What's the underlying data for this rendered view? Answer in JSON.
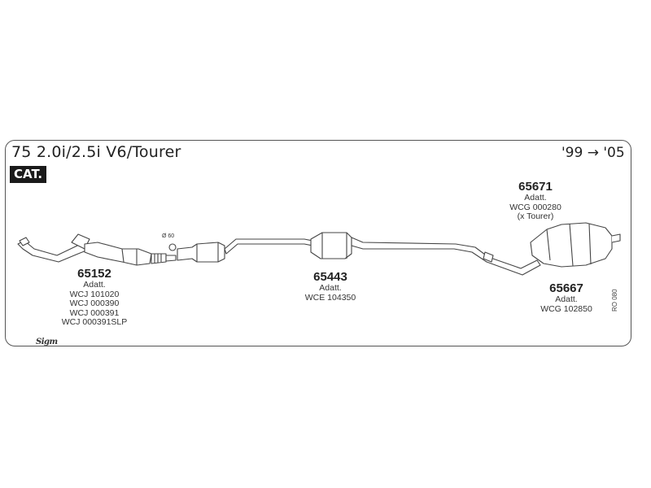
{
  "header": {
    "title": "75 2.0i/2.5i V6/Tourer",
    "years": "'99 → '05",
    "badge": "CAT."
  },
  "parts": [
    {
      "number": "65152",
      "lines": [
        "Adatt.",
        "WCJ 101020",
        "WCJ 000390",
        "WCJ 000391",
        "WCJ 000391SLP"
      ]
    },
    {
      "number": "65443",
      "lines": [
        "Adatt.",
        "WCE 104350"
      ]
    },
    {
      "number": "65671",
      "lines": [
        "Adatt.",
        "WCG 000280",
        "(x Tourer)"
      ]
    },
    {
      "number": "65667",
      "lines": [
        "Adatt.",
        "WCG 102850"
      ]
    }
  ],
  "diameter_label": "Ø 60",
  "reference_code": "RO 080",
  "logo_text": "Sigm"
}
